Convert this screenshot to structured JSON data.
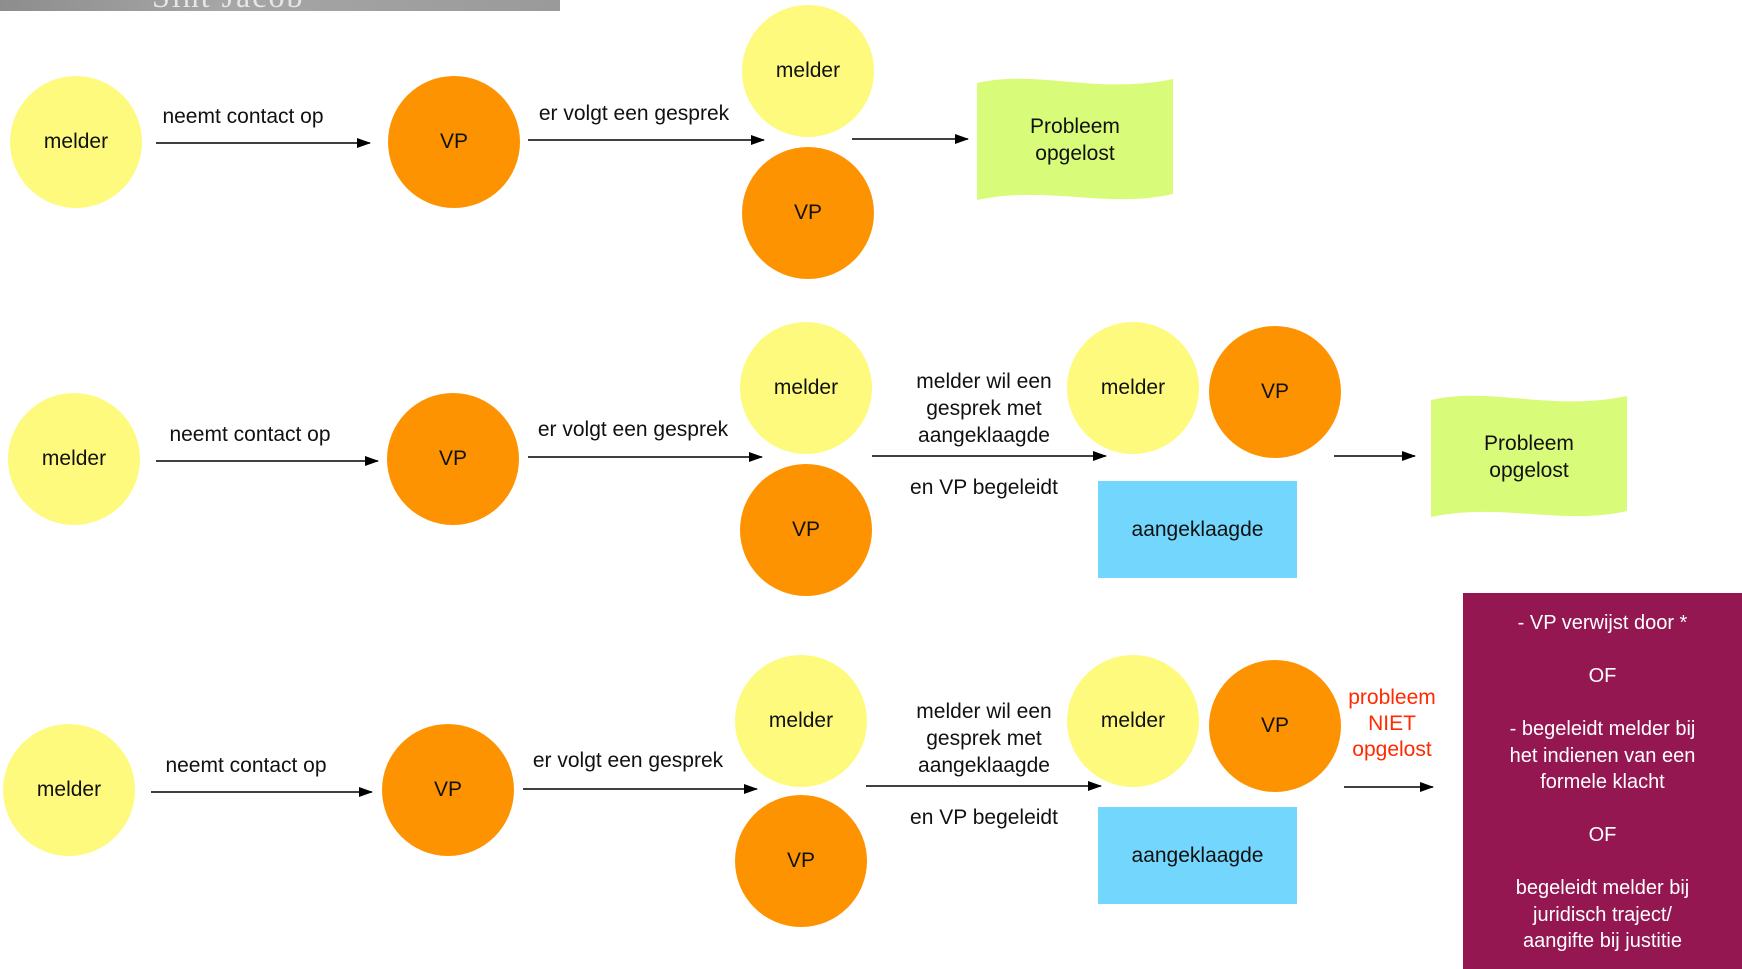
{
  "logo_text": "Sint Jacob",
  "colors": {
    "melder": "#fefa7e",
    "vp": "#fe9302",
    "solved": "#d8fb79",
    "aangeklaagde": "#73d6fc",
    "escalation": "#941751",
    "not_solved_text": "#ff2a00"
  },
  "row1": {
    "melder": "melder",
    "contact_label": "neemt contact op",
    "vp": "VP",
    "conversation_label": "er volgt een gesprek",
    "pair_melder": "melder",
    "pair_vp": "VP",
    "result_line1": "Probleem",
    "result_line2": "opgelost"
  },
  "row2": {
    "melder": "melder",
    "contact_label": "neemt contact op",
    "vp": "VP",
    "conversation_label": "er volgt een gesprek",
    "pair_melder": "melder",
    "pair_vp": "VP",
    "wish_line1": "melder wil een",
    "wish_line2": "gesprek met",
    "wish_line3": "aangeklaagde",
    "accompany_label": "en VP begeleidt",
    "group_melder": "melder",
    "group_vp": "VP",
    "aangeklaagde": "aangeklaagde",
    "result_line1": "Probleem",
    "result_line2": "opgelost"
  },
  "row3": {
    "melder": "melder",
    "contact_label": "neemt contact op",
    "vp": "VP",
    "conversation_label": "er volgt een gesprek",
    "pair_melder": "melder",
    "pair_vp": "VP",
    "wish_line1": "melder wil een",
    "wish_line2": "gesprek met",
    "wish_line3": "aangeklaagde",
    "accompany_label": "en VP begeleidt",
    "group_melder": "melder",
    "group_vp": "VP",
    "aangeklaagde": "aangeklaagde",
    "not_solved_line1": "probleem",
    "not_solved_line2": "NIET",
    "not_solved_line3": "opgelost"
  },
  "escalation_box": [
    "- VP verwijst door *",
    "",
    "OF",
    "",
    "- begeleidt melder bij",
    "het indienen van een",
    "formele klacht",
    "",
    "OF",
    "",
    "begeleidt melder bij",
    "juridisch traject/",
    "aangifte bij justitie"
  ]
}
